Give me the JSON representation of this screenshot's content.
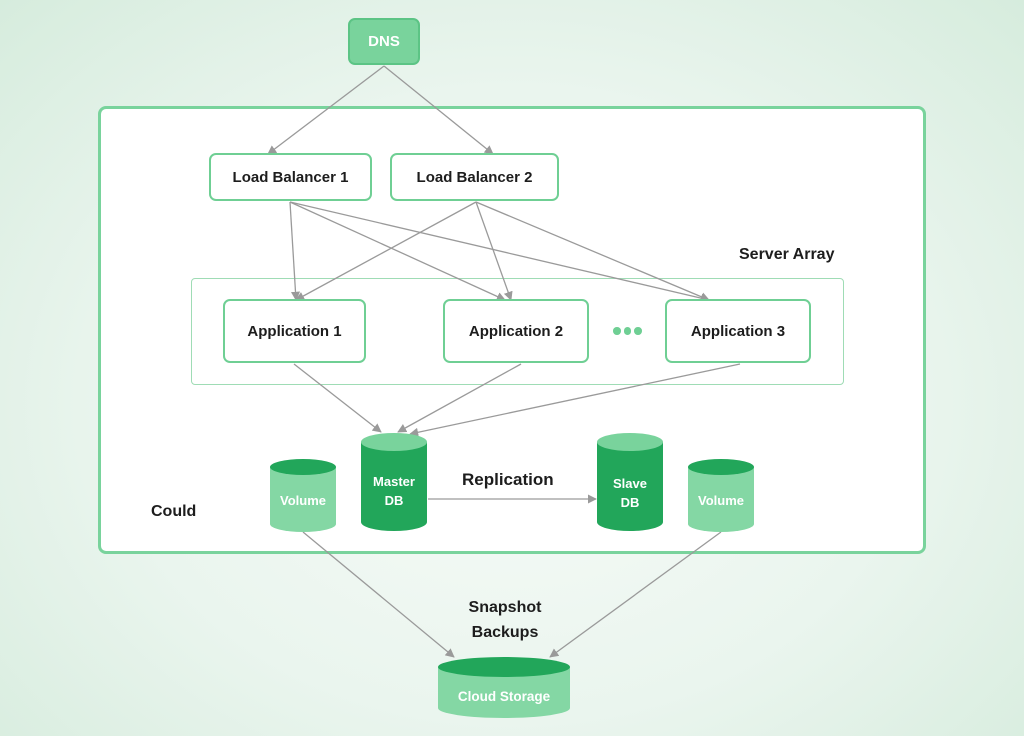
{
  "nodes": {
    "dns": "DNS",
    "load_balancer_1": "Load Balancer 1",
    "load_balancer_2": "Load Balancer  2",
    "application_1": "Application 1",
    "application_2": "Application 2",
    "application_3": "Application 3"
  },
  "storage": {
    "volume_left": "Volume",
    "master_db_line1": "Master",
    "master_db_line2": "DB",
    "slave_db_line1": "Slave",
    "slave_db_line2": "DB",
    "volume_right": "Volume",
    "cloud_storage": "Cloud Storage"
  },
  "labels": {
    "server_array": "Server Array",
    "cloud": "Could",
    "replication": "Replication",
    "snapshot_line1": "Snapshot",
    "snapshot_line2": "Backups"
  },
  "icons": {
    "ellipsis": "three-dots-icon"
  },
  "colors": {
    "accent_light": "#79d39c",
    "accent_dark": "#22a65a",
    "volume_fill": "#84d7a4",
    "arrow": "#9a9a9a"
  },
  "edges": [
    {
      "from": "dns",
      "to": "load_balancer_1"
    },
    {
      "from": "dns",
      "to": "load_balancer_2"
    },
    {
      "from": "load_balancer_1",
      "to": "application_1"
    },
    {
      "from": "load_balancer_1",
      "to": "application_2"
    },
    {
      "from": "load_balancer_1",
      "to": "application_3"
    },
    {
      "from": "load_balancer_2",
      "to": "application_1"
    },
    {
      "from": "load_balancer_2",
      "to": "application_2"
    },
    {
      "from": "load_balancer_2",
      "to": "application_3"
    },
    {
      "from": "application_1",
      "to": "master_db"
    },
    {
      "from": "application_2",
      "to": "master_db"
    },
    {
      "from": "application_3",
      "to": "master_db"
    },
    {
      "from": "master_db",
      "to": "slave_db"
    },
    {
      "from": "volume_left",
      "to": "cloud_storage"
    },
    {
      "from": "volume_right",
      "to": "cloud_storage"
    }
  ]
}
